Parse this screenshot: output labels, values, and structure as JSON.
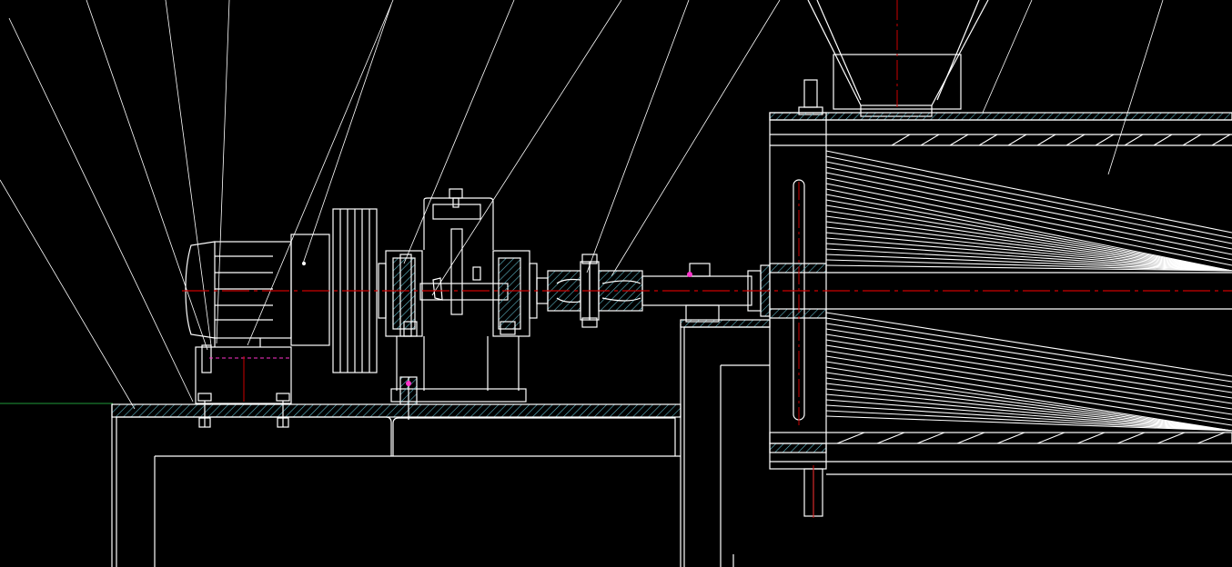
{
  "colors": {
    "background": "#000000",
    "line": "#ffffff",
    "hatch": "#5fb8c8",
    "centerline": "#cc0000",
    "magenta": "#ff33cc",
    "green": "#1f9a3a"
  },
  "drawing": {
    "kind": "cad-section-view",
    "components": [
      "motor",
      "v-belt-pulley",
      "bearing-housing",
      "flange-coupling",
      "feed-hopper",
      "screw-barrel",
      "base-frame"
    ]
  }
}
